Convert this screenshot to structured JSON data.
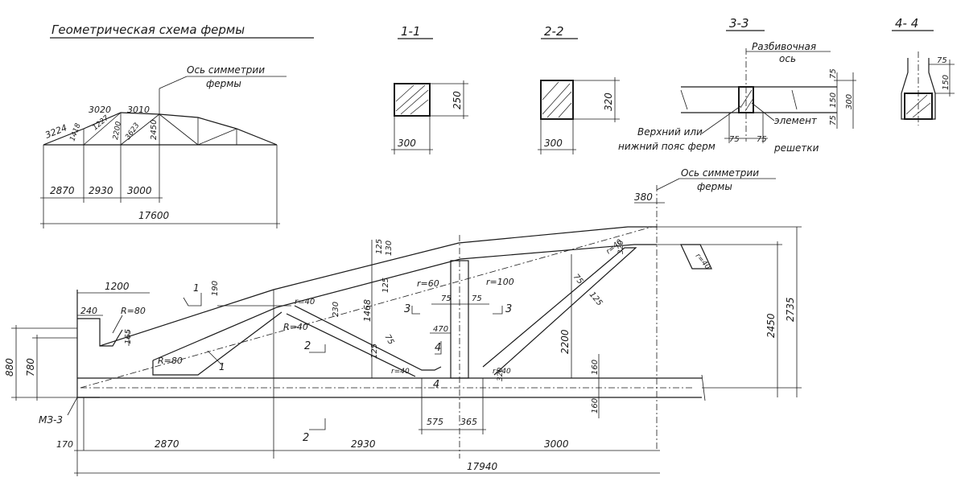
{
  "titles": {
    "main": "Геометрическая схема фермы",
    "s11": "1-1",
    "s22": "2-2",
    "s33": "3-3",
    "s44": "4- 4"
  },
  "labels": {
    "sym_axis_small_1": "Ось симметрии",
    "sym_axis_small_2": "фермы",
    "sym_axis_big_1": "Ось симметрии",
    "sym_axis_big_2": "фермы",
    "razb_1": "Разбивочная",
    "razb_2": "ось",
    "chord_1": "Верхний или",
    "chord_2": "нижний пояс ферм",
    "element_1": "элемент",
    "element_2": "решетки",
    "mz": "МЗ-3"
  },
  "scheme": {
    "lengths": [
      "3224",
      "3020",
      "3010",
      "1418",
      "1227",
      "2200",
      "3623",
      "2450"
    ],
    "spans": [
      "2870",
      "2930",
      "3000"
    ],
    "total": "17600"
  },
  "sections": {
    "s11_w": "300",
    "s11_h": "250",
    "s22_w": "300",
    "s22_h": "320",
    "s33": [
      "75",
      "150",
      "75",
      "300",
      "75",
      "75"
    ],
    "s44": [
      "75",
      "150"
    ]
  },
  "truss": {
    "dims": {
      "d1200": "1200",
      "d240": "240",
      "r80a": "R=80",
      "d165": "165",
      "d880": "880",
      "d780": "780",
      "d190": "190",
      "r40a": "R=40",
      "r80b": "R=80",
      "r40b": "r=40",
      "d230": "230",
      "d1468": "1468",
      "d125a": "125",
      "d130": "130",
      "d125b": "125",
      "r60": "r=60",
      "r100": "r=100",
      "d75a": "75",
      "d75b": "75",
      "d470": "470",
      "d75c": "75",
      "d125c": "125",
      "r40c": "r=40",
      "d2200": "2200",
      "d75d": "75",
      "d125d": "125",
      "r40d": "r=40",
      "r40e": "r=40",
      "d320a": "320",
      "d160a": "160",
      "d160b": "160",
      "d320b": "320",
      "r40f": "r=40",
      "d380": "380",
      "d2450": "2450",
      "d2735": "2735",
      "d575": "575",
      "d365": "365",
      "d170": "170",
      "d2870": "2870",
      "d2930": "2930",
      "d3000": "3000",
      "d17940": "17940"
    },
    "cuts": {
      "c1": "1",
      "c1b": "1",
      "c2": "2",
      "c2b": "2",
      "c3": "3",
      "c3b": "3",
      "c4": "4",
      "c4b": "4"
    }
  }
}
